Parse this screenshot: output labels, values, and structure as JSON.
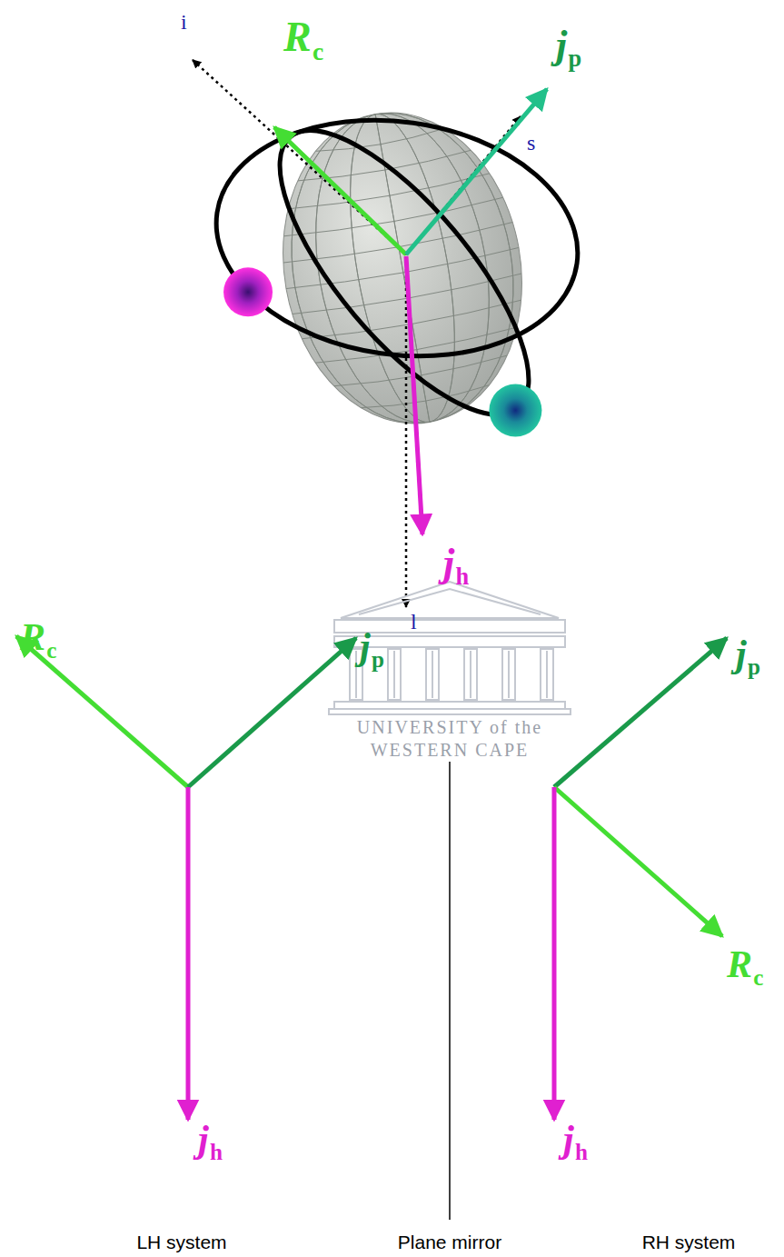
{
  "diagram": {
    "labels": [
      "i",
      "Rc",
      "jp",
      "s",
      "jh",
      "l",
      "UNIVERSITY of the",
      "WESTERN CAPE",
      "Rc",
      "jp",
      "jh",
      "LH system",
      "Plane mirror",
      "RH system",
      "jp",
      "Rc",
      "jh"
    ]
  }
}
